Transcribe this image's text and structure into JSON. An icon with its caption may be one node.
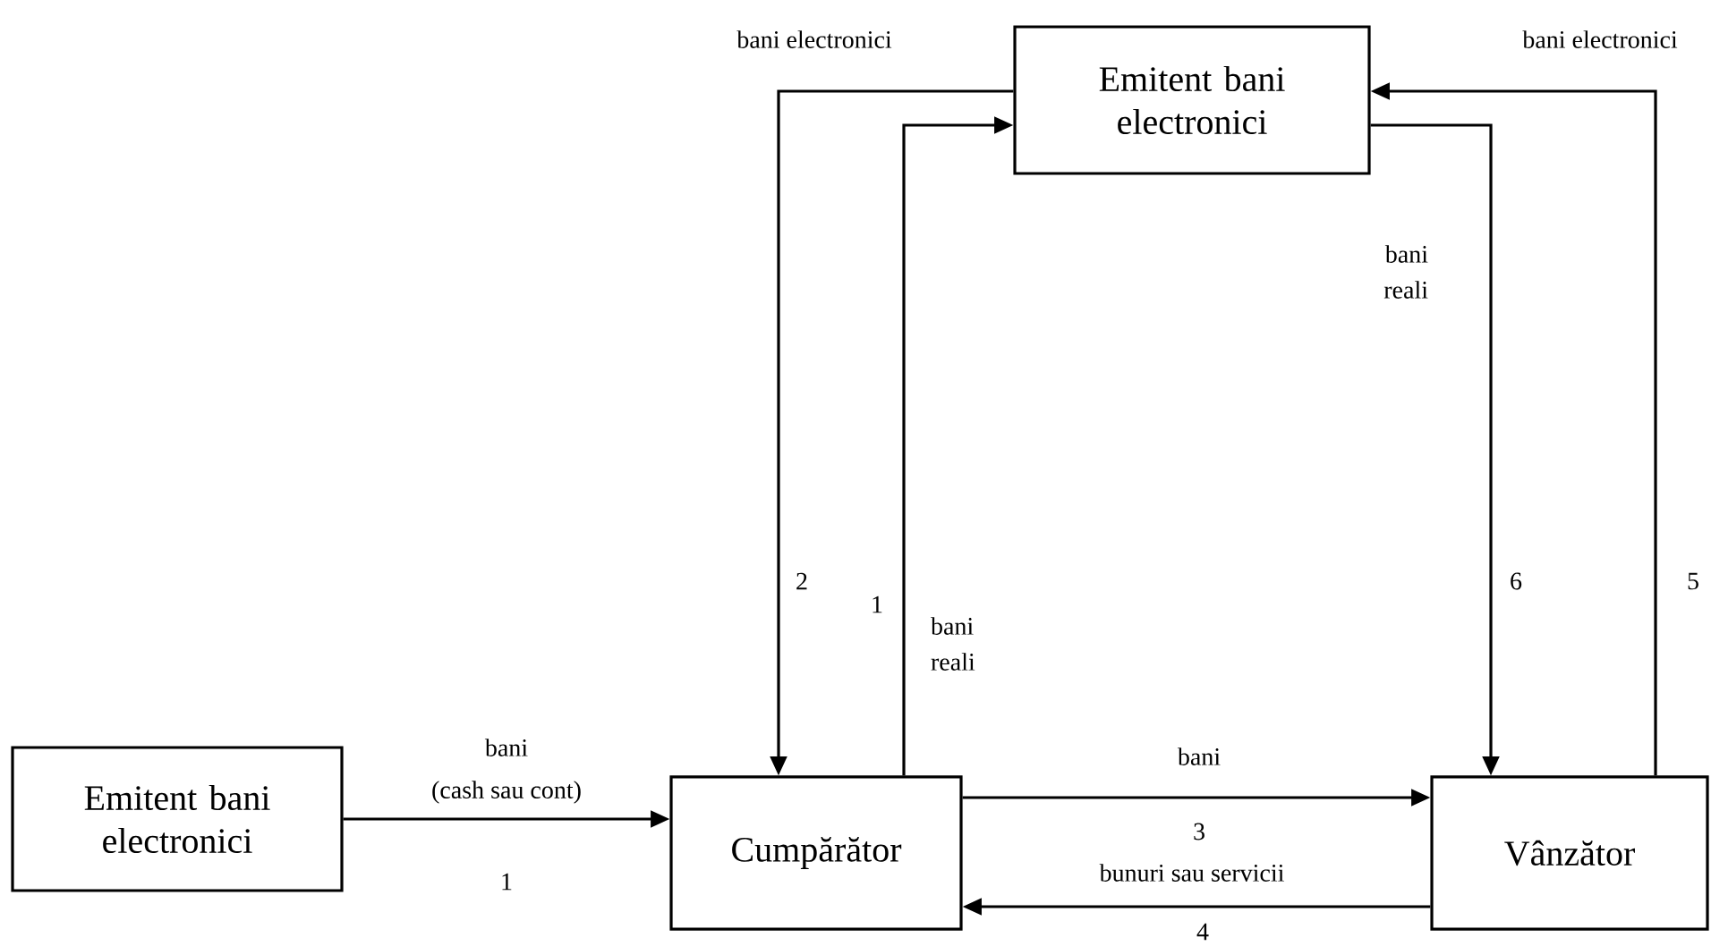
{
  "diagram": {
    "nodes": [
      {
        "text": [
          "Emitent bani electronici"
        ]
      },
      {
        "text": [
          "Emitent bani electronici"
        ]
      },
      {
        "text": [
          "Cumpărător"
        ]
      },
      {
        "text": [
          "Vânzător"
        ]
      }
    ],
    "edges": [
      {
        "from": 1,
        "to": 2,
        "arrow": "to",
        "label": "bani"
      },
      {
        "from": 2,
        "to": 0,
        "arrow": "to",
        "label": "bani reali"
      },
      {
        "from": 0,
        "to": 2,
        "arrow": "to",
        "label": "bani electronici"
      },
      {
        "from": 2,
        "to": 3,
        "arrow": "to",
        "label": "bani"
      },
      {
        "from": 3,
        "to": 2,
        "arrow": "to",
        "label": "bunuri sau servicii"
      },
      {
        "from": 3,
        "to": 0,
        "arrow": "to",
        "label": "bani electronici"
      },
      {
        "from": 0,
        "to": 3,
        "arrow": "to",
        "label": "bani reali"
      }
    ],
    "labels": [
      "2",
      "6",
      "5",
      "1",
      "(cash sau cont)",
      "3",
      "1",
      "4"
    ]
  }
}
